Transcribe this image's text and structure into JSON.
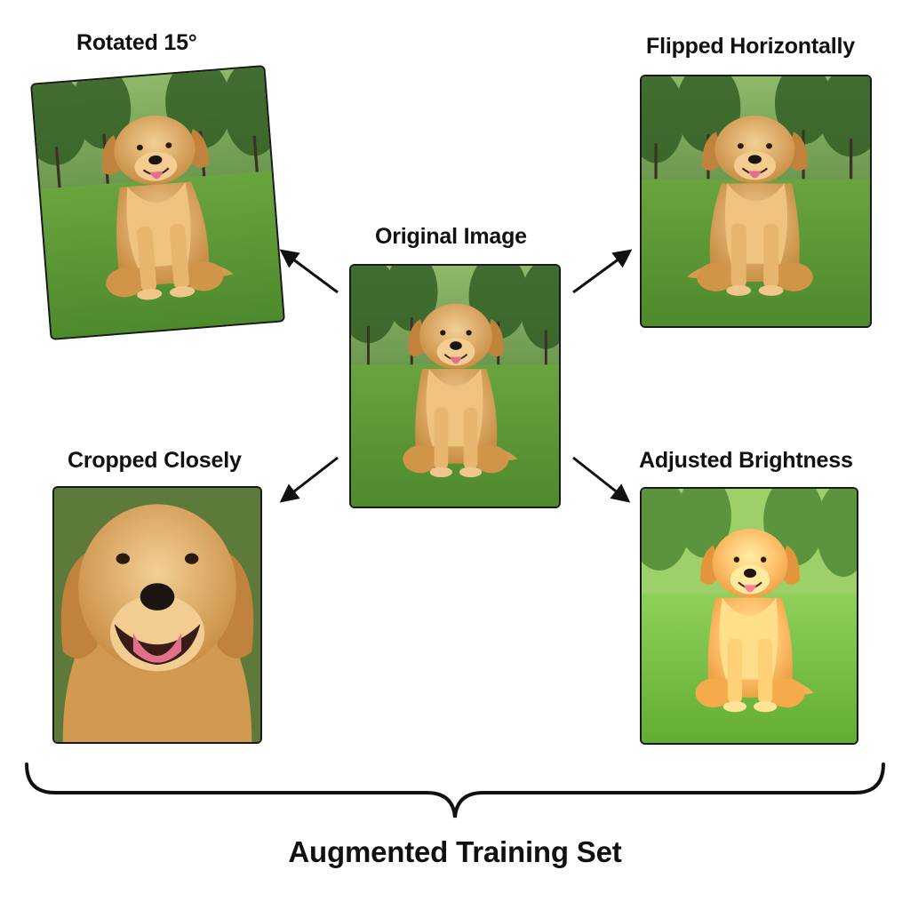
{
  "original": {
    "label": "Original Image"
  },
  "variants": {
    "rotated": {
      "label": "Rotated 15°",
      "rotation_degrees": -5
    },
    "flipped": {
      "label": "Flipped Horizontally"
    },
    "cropped": {
      "label": "Cropped Closely"
    },
    "brightness": {
      "label": "Adjusted Brightness"
    }
  },
  "footer": {
    "label": "Augmented Training Set"
  },
  "colors": {
    "grass": "#5f9a38",
    "grass_bright": "#7cc14a",
    "trees": "#3f6e2c",
    "fur": "#d9a25a",
    "fur_light": "#f0c98a",
    "tongue": "#e0708a",
    "outline": "#1a1a1a"
  },
  "icons": {
    "arrows": "arrow-icon",
    "brace": "curly-brace-icon"
  }
}
